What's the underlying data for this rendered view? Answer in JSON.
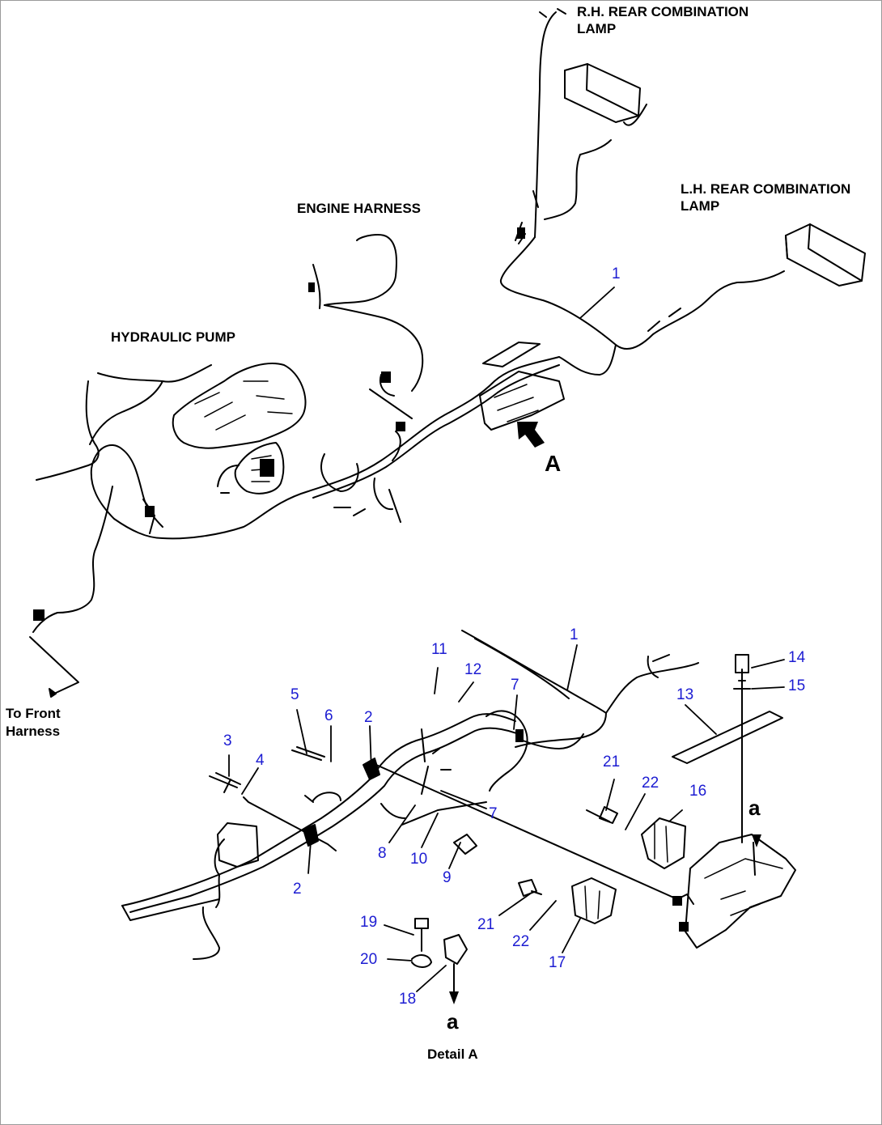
{
  "colors": {
    "line": "#000000",
    "callout": "#1c1cd2",
    "border": "#9a9a9a"
  },
  "labels": {
    "rh_lamp_1": "R.H. REAR COMBINATION",
    "rh_lamp_2": "LAMP",
    "lh_lamp_1": "L.H. REAR COMBINATION",
    "lh_lamp_2": "LAMP",
    "engine_harness": "ENGINE HARNESS",
    "hydraulic_pump": "HYDRAULIC PUMP",
    "view_a": "A",
    "front_1": "To Front",
    "front_2": "Harness",
    "detail_letter": "a",
    "detail_caption": "Detail A"
  },
  "callouts": [
    "1",
    "1",
    "2",
    "2",
    "3",
    "4",
    "5",
    "6",
    "7",
    "7",
    "8",
    "9",
    "10",
    "11",
    "12",
    "13",
    "14",
    "15",
    "16",
    "17",
    "18",
    "19",
    "20",
    "21",
    "21",
    "22",
    "22",
    "a"
  ]
}
